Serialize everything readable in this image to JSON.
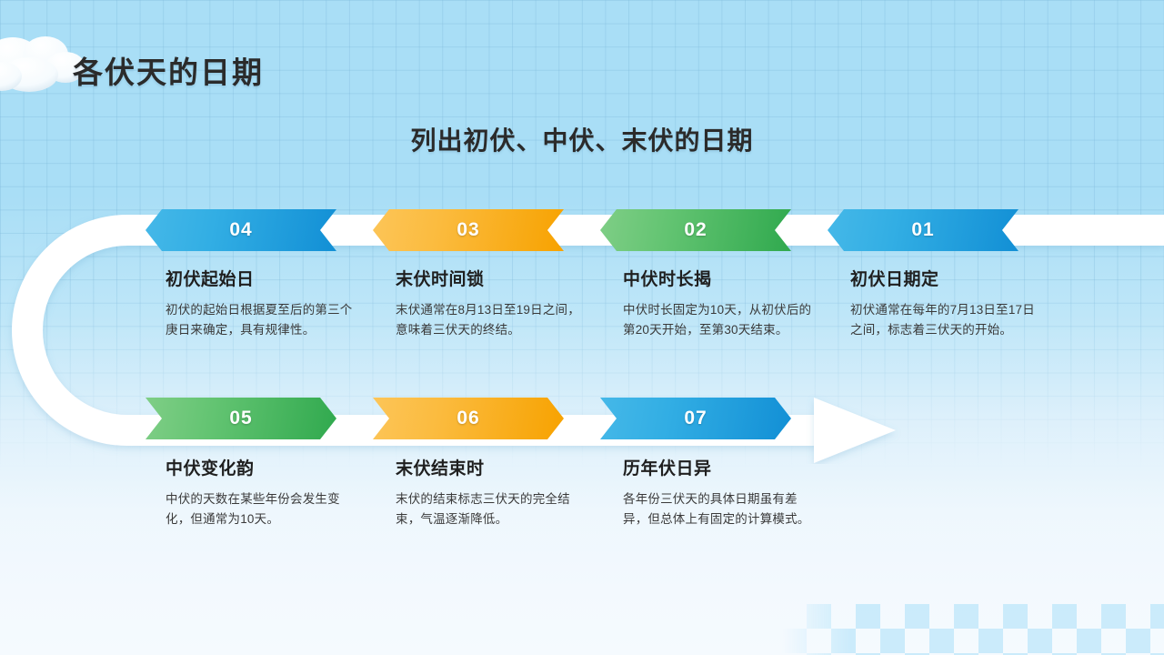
{
  "header": {
    "title": "各伏天的日期",
    "subtitle": "列出初伏、中伏、末伏的日期"
  },
  "colors": {
    "background_top": "#a9def6",
    "background_bottom": "#f5fafe",
    "blue": "#1e9fdb",
    "orange": "#f9b021",
    "green": "#4cb85f",
    "ribbon": "#ffffff",
    "title_text": "#2b2b2b",
    "body_text": "#3a3a3a",
    "checker": "#c4e9fb"
  },
  "flow": {
    "top_row": [
      {
        "number": "04",
        "color": "blue",
        "heading": "初伏起始日",
        "body": "初伏的起始日根据夏至后的第三个庚日来确定，具有规律性。"
      },
      {
        "number": "03",
        "color": "orange",
        "heading": "末伏时间锁",
        "body": "末伏通常在8月13日至19日之间，意味着三伏天的终结。"
      },
      {
        "number": "02",
        "color": "green",
        "heading": "中伏时长揭",
        "body": "中伏时长固定为10天，从初伏后的第20天开始，至第30天结束。"
      },
      {
        "number": "01",
        "color": "blue",
        "heading": "初伏日期定",
        "body": "初伏通常在每年的7月13日至17日之间，标志着三伏天的开始。"
      }
    ],
    "bottom_row": [
      {
        "number": "05",
        "color": "green",
        "heading": "中伏变化韵",
        "body": "中伏的天数在某些年份会发生变化，但通常为10天。"
      },
      {
        "number": "06",
        "color": "orange",
        "heading": "末伏结束时",
        "body": "末伏的结束标志三伏天的完全结束，气温逐渐降低。"
      },
      {
        "number": "07",
        "color": "blue",
        "heading": "历年伏日异",
        "body": "各年份三伏天的具体日期虽有差异，但总体上有固定的计算模式。"
      }
    ]
  },
  "decorations": {
    "cloud": "cloud-icon",
    "ribbon": "u-turn-ribbon-track",
    "arrow_head": "right-arrow-head",
    "checkerboard": "checkerboard-pattern"
  }
}
